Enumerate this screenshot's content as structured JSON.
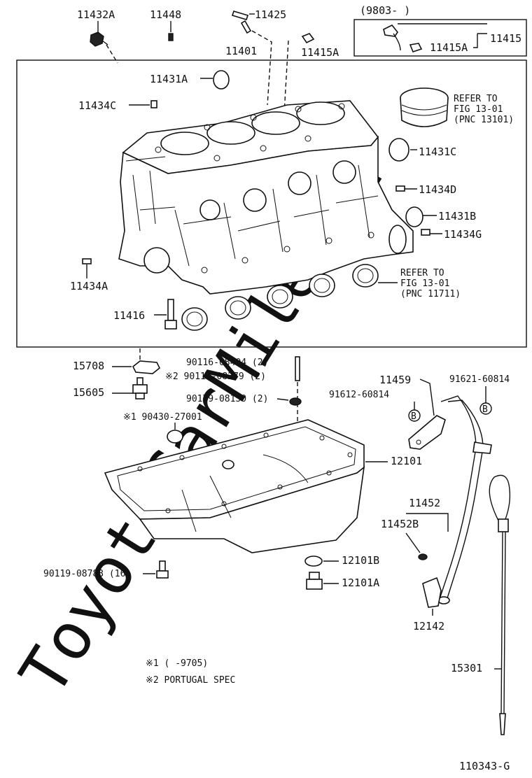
{
  "watermark": "ToyotaCarMile.ru",
  "date_range_top": "(9803-     )",
  "labels": {
    "p11432A": "11432A",
    "p11448": "11448",
    "p11425": "11425",
    "p11415A_top": "11415A",
    "p11415A_box": "11415A",
    "p11415": "11415",
    "p11401": "11401",
    "p11431A": "11431A",
    "p11434C": "11434C",
    "p11431C": "11431C",
    "p11434D": "11434D",
    "p11431B": "11431B",
    "p11434G": "11434G",
    "p11434A": "11434A",
    "p11416": "11416",
    "p15708": "15708",
    "p15605": "15605",
    "p90116_a": "90116-08404 (2)",
    "p90116_b": "※2 90116-08279 (2)",
    "p90179": "90179-08150 (2)",
    "p90430": "※1 90430-27001",
    "p11459": "11459",
    "p91612": "91612-60814",
    "p91621": "91621-60814",
    "p12101": "12101",
    "p11452": "11452",
    "p11452B": "11452B",
    "p90119": "90119-08783 (16)",
    "p12101B": "12101B",
    "p12101A": "12101A",
    "p12142": "12142",
    "p15301": "15301",
    "bolt_b1": "B",
    "bolt_b2": "B"
  },
  "refer_piston": [
    "REFER TO",
    "FIG 13-01",
    "(PNC 13101)"
  ],
  "refer_bearing": [
    "REFER TO",
    "FIG 13-01",
    "(PNC 11711)"
  ],
  "notes": {
    "note1": "※1 (      -9705)",
    "note2": "※2 PORTUGAL SPEC"
  },
  "figure_code": "110343-G"
}
